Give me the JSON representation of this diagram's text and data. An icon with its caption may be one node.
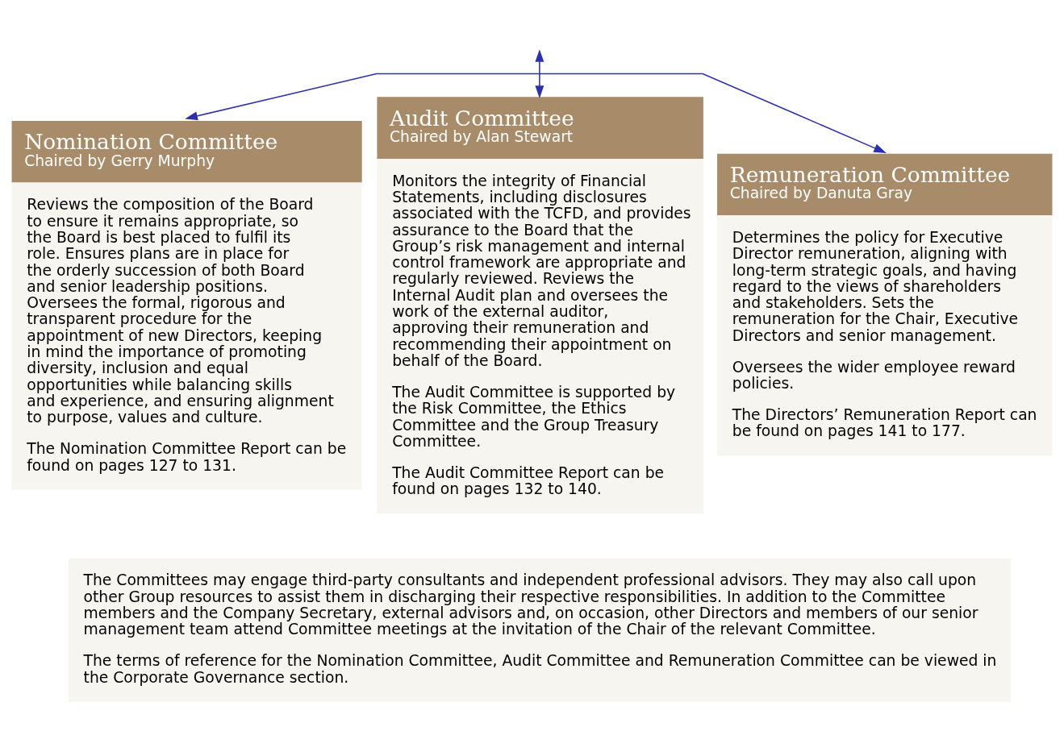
{
  "diagram": {
    "nodes": [
      {
        "text": [
          "Nomination Committee",
          "Chaired by Gerry Murphy",
          "Reviews the composition of the Board to ensure it remains appropriate, so the Board is best placed to fulfil its role. Ensures plans are in place for the orderly succession of both Board and senior leadership positions. Oversees the formal, rigorous and transparent procedure for the appointment of new Directors, keeping in mind the importance of promoting diversity, inclusion and equal opportunities while balancing skills and experience, and ensuring alignment to purpose, values and culture.",
          "The Nomination Committee Report can be found on pages 127 to 131."
        ]
      },
      {
        "text": [
          "Audit Committee",
          "Chaired by Alan Stewart",
          "Monitors the integrity of Financial Statements, including disclosures associated with the TCFD, and provides assurance to the Board that the Group’s risk management and internal control framework are appropriate and regularly reviewed. Reviews the Internal Audit plan and oversees the work of the external auditor, approving their remuneration and recommending their appointment on behalf of the Board.",
          "The Audit Committee is supported by the Risk Committee, the Ethics Committee and the Group Treasury Committee.",
          "The Audit Committee Report can be found on pages 132 to 140."
        ]
      },
      {
        "text": [
          "Remuneration Committee",
          "Chaired by Danuta Gray",
          "Determines the policy for Executive Director remuneration, aligning with long-term strategic goals, and having regard to the views of shareholders and stakeholders. Sets the remuneration for the Chair, Executive Directors and senior management.",
          "Oversees the wider employee reward policies.",
          "The Directors’ Remuneration Report can be found on pages 141 to 177."
        ]
      },
      {
        "text": [
          "The Committees may engage third-party consultants and independent professional advisors. They may also call upon other Group resources to assist them in discharging their respective responsibilities. In addition to the Committee members and the Company Secretary, external advisors and, on occasion, other Directors and members of our senior management team attend Committee meetings at the invitation of the Chair of the relevant Committee.",
          "The terms of reference for the Nomination Committee, Audit Committee and Remuneration Committee can be viewed in the Corporate Governance section."
        ]
      }
    ],
    "edges": [
      {
        "from": 0,
        "to": 2,
        "arrow": "both"
      },
      {
        "from": null,
        "to": 1,
        "arrow": "both"
      }
    ]
  }
}
